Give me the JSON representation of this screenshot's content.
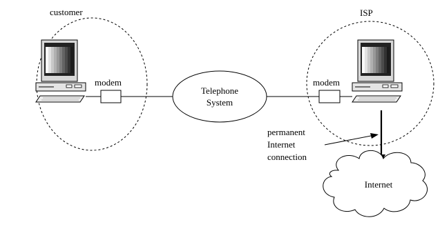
{
  "labels": {
    "customer": "customer",
    "isp": "ISP",
    "modem_left": "modem",
    "modem_right": "modem",
    "telephone_line1": "Telephone",
    "telephone_line2": "System",
    "permanent_line1": "permanent",
    "permanent_line2": "Internet",
    "permanent_line3": "connection",
    "internet": "Internet"
  },
  "icons": {
    "computer_left": "desktop-computer-icon",
    "computer_right": "desktop-computer-icon",
    "cloud": "cloud-icon"
  },
  "colors": {
    "stroke": "#000000",
    "background": "#ffffff"
  }
}
